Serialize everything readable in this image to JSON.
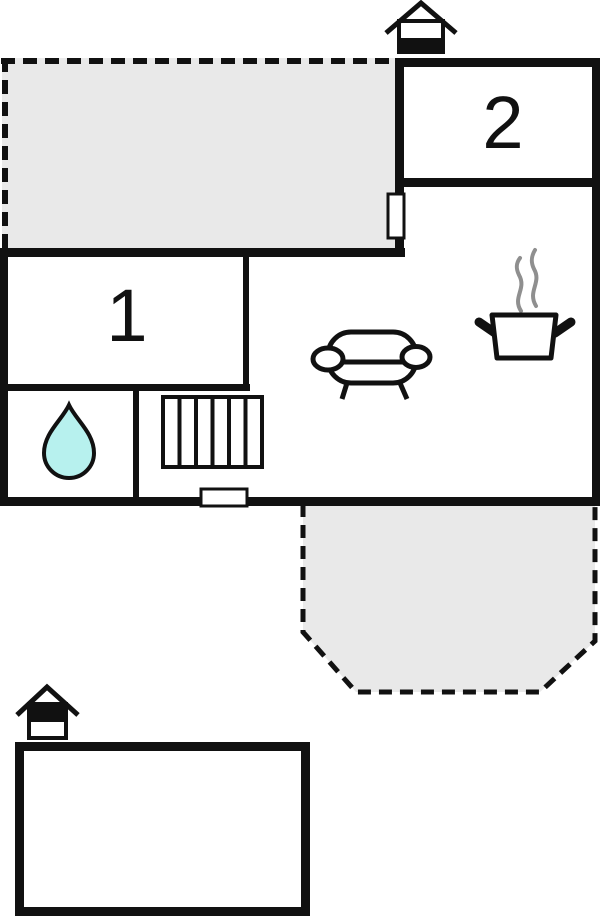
{
  "floor_plan": {
    "rooms": [
      {
        "label": "1"
      },
      {
        "label": "2"
      }
    ],
    "colors": {
      "wall": "#111111",
      "terrace_fill": "#e9e9e9",
      "water_drop_fill": "#b7f1ee",
      "steam": "#8f8f8f",
      "background": "#ffffff"
    },
    "icons": [
      "entrance-icon-top",
      "entrance-icon-bottom",
      "water-drop-icon",
      "sofa-icon",
      "cooking-pot-icon",
      "steam-icon",
      "stairs-icon",
      "door-icon",
      "terrace-door-icon"
    ]
  }
}
